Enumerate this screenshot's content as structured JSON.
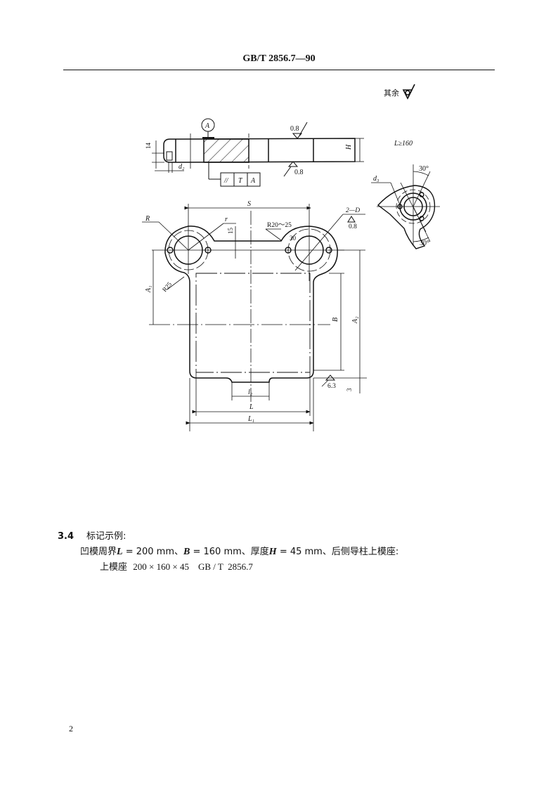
{
  "header": {
    "standard_code": "GB/T 2856.7—90"
  },
  "drawing": {
    "roughness_note": "其余",
    "side_view": {
      "datum_label": "A",
      "dim_14": "14",
      "dim_d2": "d₂",
      "dim_H": "H",
      "roughness_top": "0.8",
      "roughness_bottom": "0.8",
      "tolerance_frame": [
        "//",
        "T",
        "A"
      ]
    },
    "detail_view": {
      "condition": "L≥160",
      "dim_d3": "d₃",
      "angle_top": "30°",
      "angle_bottom": "30°"
    },
    "plan_view": {
      "dim_S": "S",
      "dim_R": "R",
      "dim_r": "r",
      "dim_15": "15",
      "dim_R20_25": "R20～25",
      "dim_30": "30",
      "dim_2D": "2—D",
      "roughness_2D": "0.8",
      "dim_R25": "R25",
      "dim_A1": "A₁",
      "dim_A2": "A₂",
      "dim_B": "B",
      "roughness_bottom": "6.3",
      "dim_3": "3",
      "dim_l2": "l₂",
      "dim_L": "L",
      "dim_L1": "L₁"
    }
  },
  "section": {
    "number": "3.4",
    "title": "标记示例:",
    "example_line": {
      "prefix": "凹模周界",
      "L_var": "L",
      "L_val": " = 200 mm、",
      "B_var": "B",
      "B_val": " = 160 mm、厚度",
      "H_var": "H",
      "H_val": " = 45 mm、后侧导柱上模座:"
    },
    "marking": {
      "name": "上模座",
      "spec": "200 × 160 × 45    GB / T  2856.7"
    }
  },
  "page_number": "2"
}
